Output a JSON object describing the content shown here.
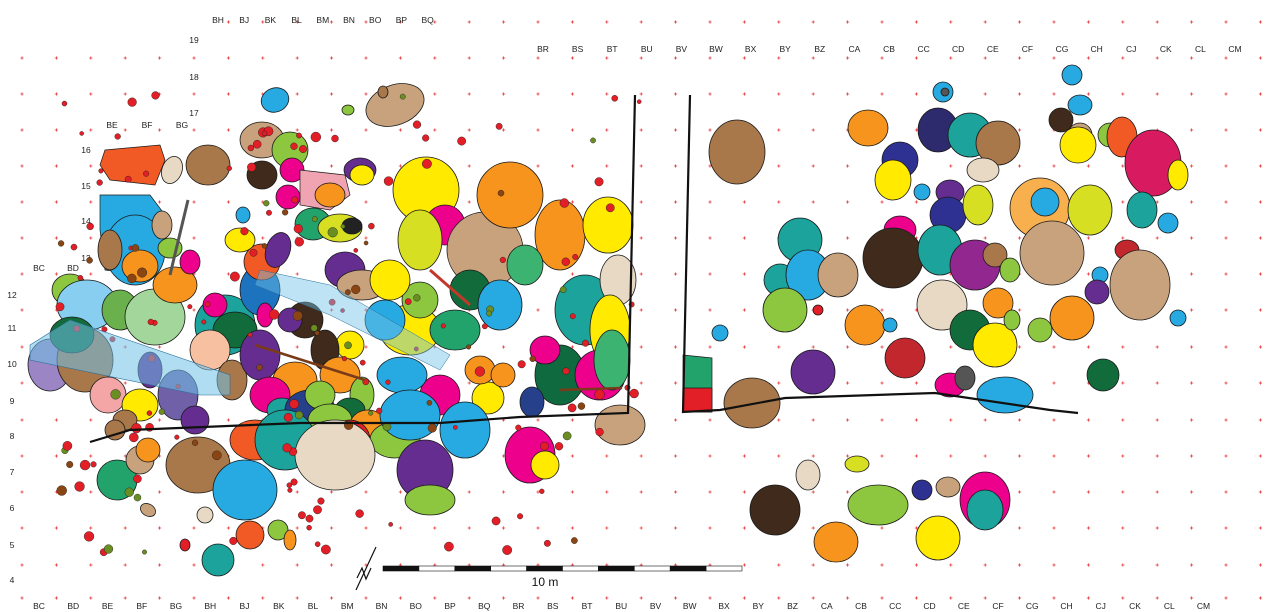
{
  "grid": {
    "top_cols_left": [
      "BH",
      "BJ",
      "BK",
      "BL",
      "BM",
      "BN",
      "BO",
      "BP",
      "BQ"
    ],
    "top_cols_right": [
      "BR",
      "BS",
      "BT",
      "BU",
      "BV",
      "BW",
      "BX",
      "BY",
      "BZ",
      "CA",
      "CB",
      "CC",
      "CD",
      "CE",
      "CF",
      "CG",
      "CH",
      "CJ",
      "CK",
      "CL",
      "CM"
    ],
    "top_cols_mid": [
      "BE",
      "BF",
      "BG"
    ],
    "top_cols_bc": [
      "BC",
      "BD"
    ],
    "bottom_cols": [
      "BC",
      "BD",
      "BE",
      "BF",
      "BG",
      "BH",
      "BJ",
      "BK",
      "BL",
      "BM",
      "BN",
      "BO",
      "BP",
      "BQ",
      "BR",
      "BS",
      "BT",
      "BU",
      "BV",
      "BW",
      "BX",
      "BY",
      "BZ",
      "CA",
      "CB",
      "CC",
      "CD",
      "CE",
      "CF",
      "CG",
      "CH",
      "CJ",
      "CK",
      "CL",
      "CM"
    ],
    "rows_upper": [
      "19",
      "18",
      "17",
      "16",
      "15",
      "14",
      "13"
    ],
    "rows_lower": [
      "12",
      "11",
      "10",
      "9",
      "8",
      "7",
      "6",
      "5",
      "4"
    ]
  },
  "scale_bar": {
    "label": "10 m",
    "segments": 10
  },
  "north_arrow": {
    "label": "N"
  },
  "colors": {
    "grid_mark": "#e8262a",
    "yellow": "#ffea00",
    "orange": "#f7941d",
    "brown": "#a8774a",
    "tan": "#c8a27c",
    "dark_brown": "#3f2a1c",
    "blue": "#27aae1",
    "teal": "#1ba39c",
    "green": "#8dc63f",
    "dark_green": "#126b3a",
    "magenta": "#ec008c",
    "purple": "#662d91",
    "red": "#e21e26",
    "crimson": "#c1272d",
    "lime": "#d7df23",
    "beige": "#e8d9c5"
  },
  "feature_icons": [
    "pit-icon",
    "posthole-icon",
    "wall-line-icon",
    "hearth-icon",
    "north-arrow-icon"
  ]
}
